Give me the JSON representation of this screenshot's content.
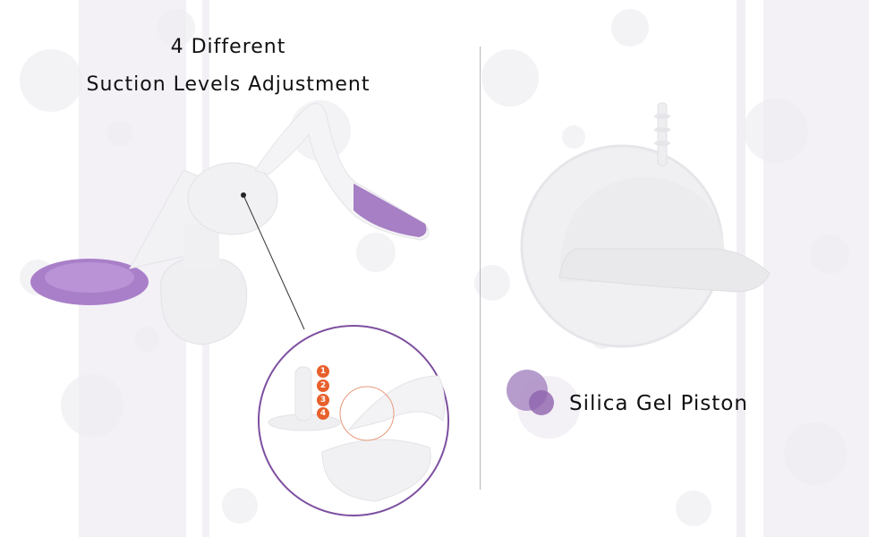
{
  "left_panel": {
    "heading_line1": "4 Different",
    "heading_line2": "Suction Levels Adjustment",
    "callout_levels": [
      "1",
      "2",
      "3",
      "4"
    ]
  },
  "right_panel": {
    "label": "Silica Gel Piston"
  },
  "colors": {
    "accent_purple": "#a67fc4",
    "callout_ring": "#7d4fa0",
    "level_badge": "#e8602c",
    "stripe": "#f1eef4"
  }
}
